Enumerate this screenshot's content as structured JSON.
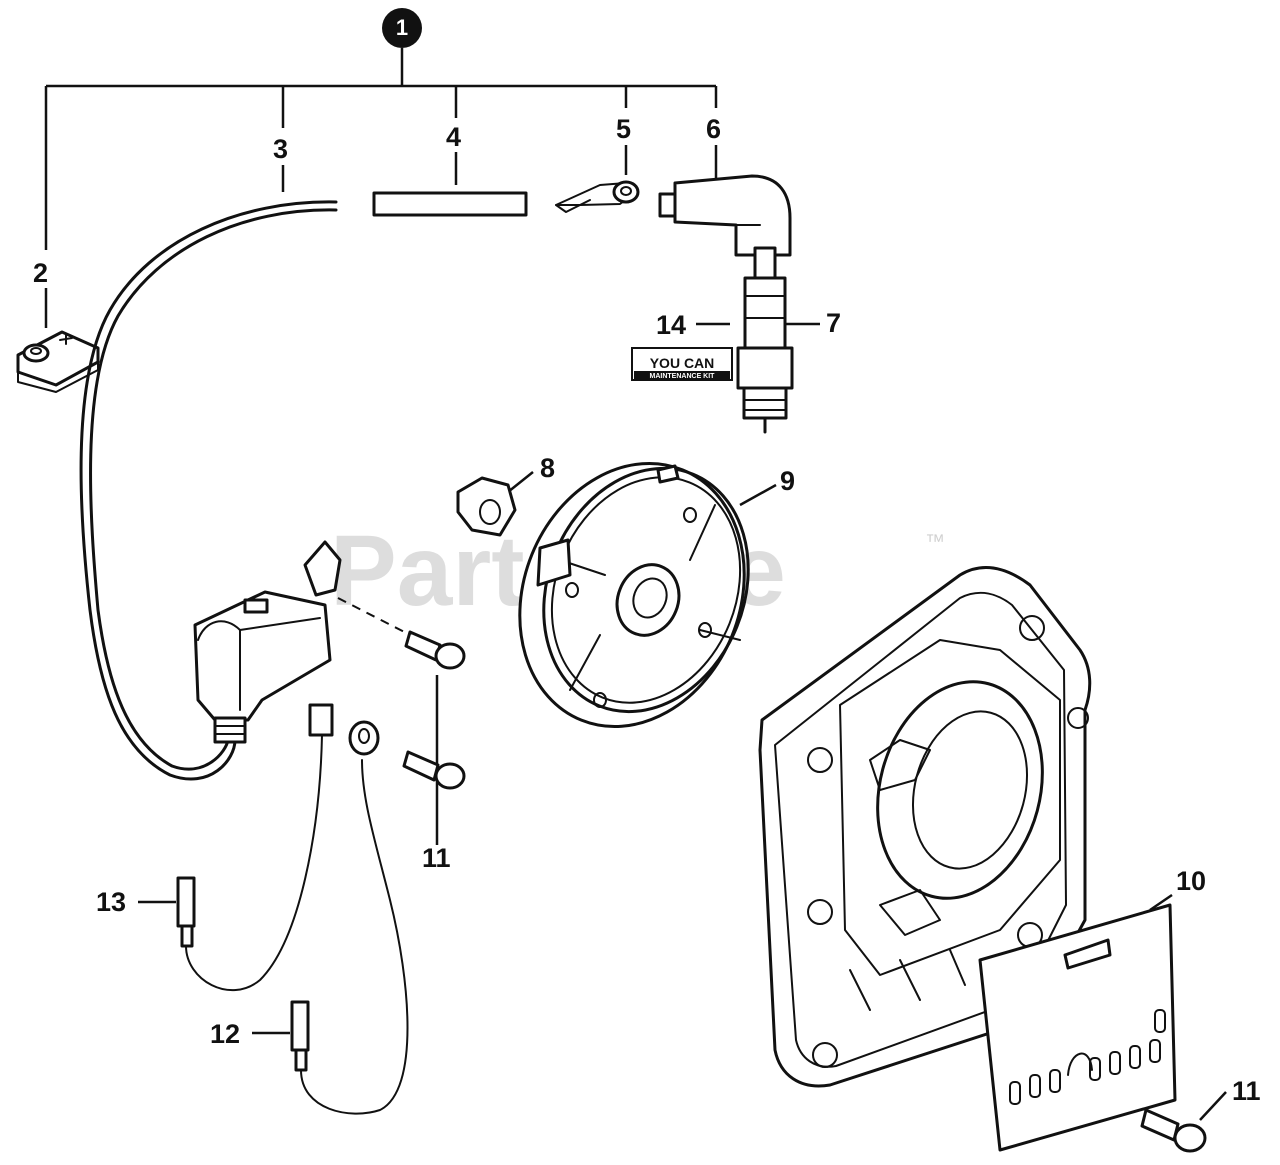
{
  "diagram": {
    "assembly_label": "1",
    "callouts": [
      {
        "key": "c2",
        "label": "2"
      },
      {
        "key": "c3",
        "label": "3"
      },
      {
        "key": "c4",
        "label": "4"
      },
      {
        "key": "c5",
        "label": "5"
      },
      {
        "key": "c6",
        "label": "6"
      },
      {
        "key": "c7",
        "label": "7"
      },
      {
        "key": "c8",
        "label": "8"
      },
      {
        "key": "c9",
        "label": "9"
      },
      {
        "key": "c10",
        "label": "10"
      },
      {
        "key": "c11a",
        "label": "11"
      },
      {
        "key": "c11b",
        "label": "11"
      },
      {
        "key": "c12",
        "label": "12"
      },
      {
        "key": "c13",
        "label": "13"
      },
      {
        "key": "c14",
        "label": "14"
      }
    ],
    "kit_logo": {
      "line1": "YOU CAN",
      "line2": "MAINTENANCE KIT"
    },
    "watermark": {
      "text": "PartsTree",
      "tm": "™"
    }
  }
}
